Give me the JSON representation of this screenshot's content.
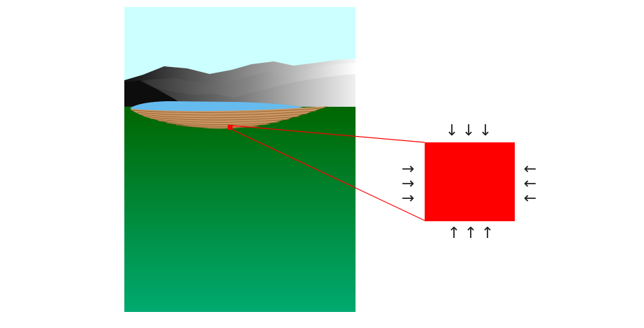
{
  "colors": {
    "sky": "#ccffff",
    "horizon_glow": "#ffffcc",
    "ground_top": "#006600",
    "ground_bottom": "#00aa70",
    "lake": "#66bbee",
    "sediment": "#cc9966",
    "sediment_lines": "#996633",
    "mountain_dark": "#111111",
    "mountain_light": "#ffffff",
    "sample_block": "#ff0000",
    "zoom_lines": "#ff0000",
    "arrows": "#222222"
  },
  "scene": {
    "elements": [
      "sky",
      "mountains",
      "lake",
      "sedimentary-basin",
      "ground-column"
    ]
  },
  "stress_block": {
    "arrow_glyphs": {
      "top": [
        "↓",
        "↓",
        "↓"
      ],
      "bottom": [
        "↑",
        "↑",
        "↑"
      ],
      "left": [
        "→",
        "→",
        "→"
      ],
      "right": [
        "←",
        "←",
        "←"
      ]
    }
  }
}
